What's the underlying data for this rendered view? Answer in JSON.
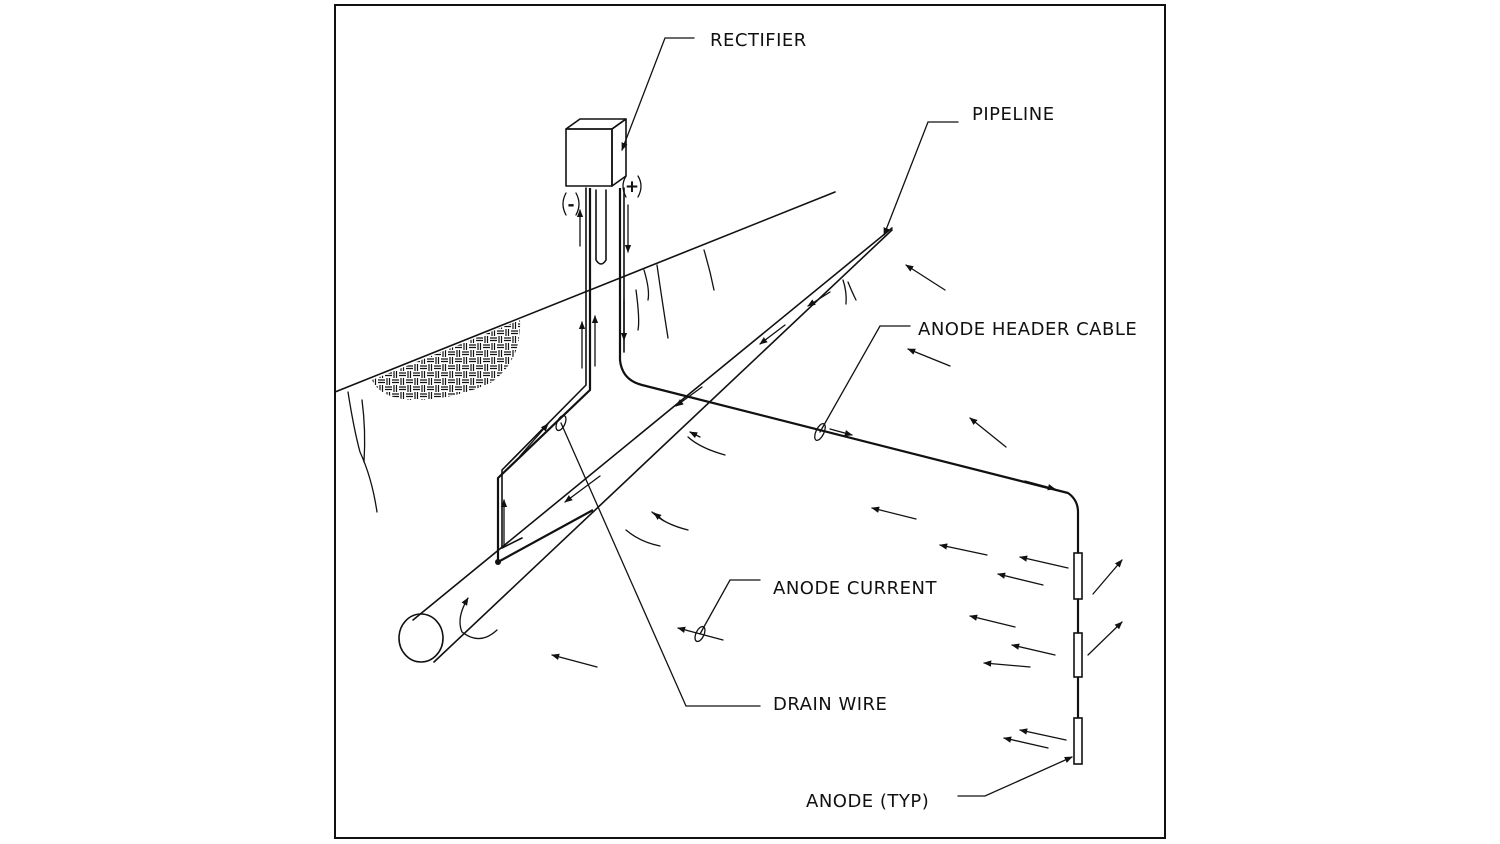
{
  "labels": {
    "rectifier": "RECTIFIER",
    "pipeline": "PIPELINE",
    "anode_header_cable": "ANODE HEADER CABLE",
    "anode_current": "ANODE CURRENT",
    "drain_wire": "DRAIN WIRE",
    "anode_typ": "ANODE (TYP)"
  },
  "polarity": {
    "negative": "-",
    "positive": "+"
  }
}
